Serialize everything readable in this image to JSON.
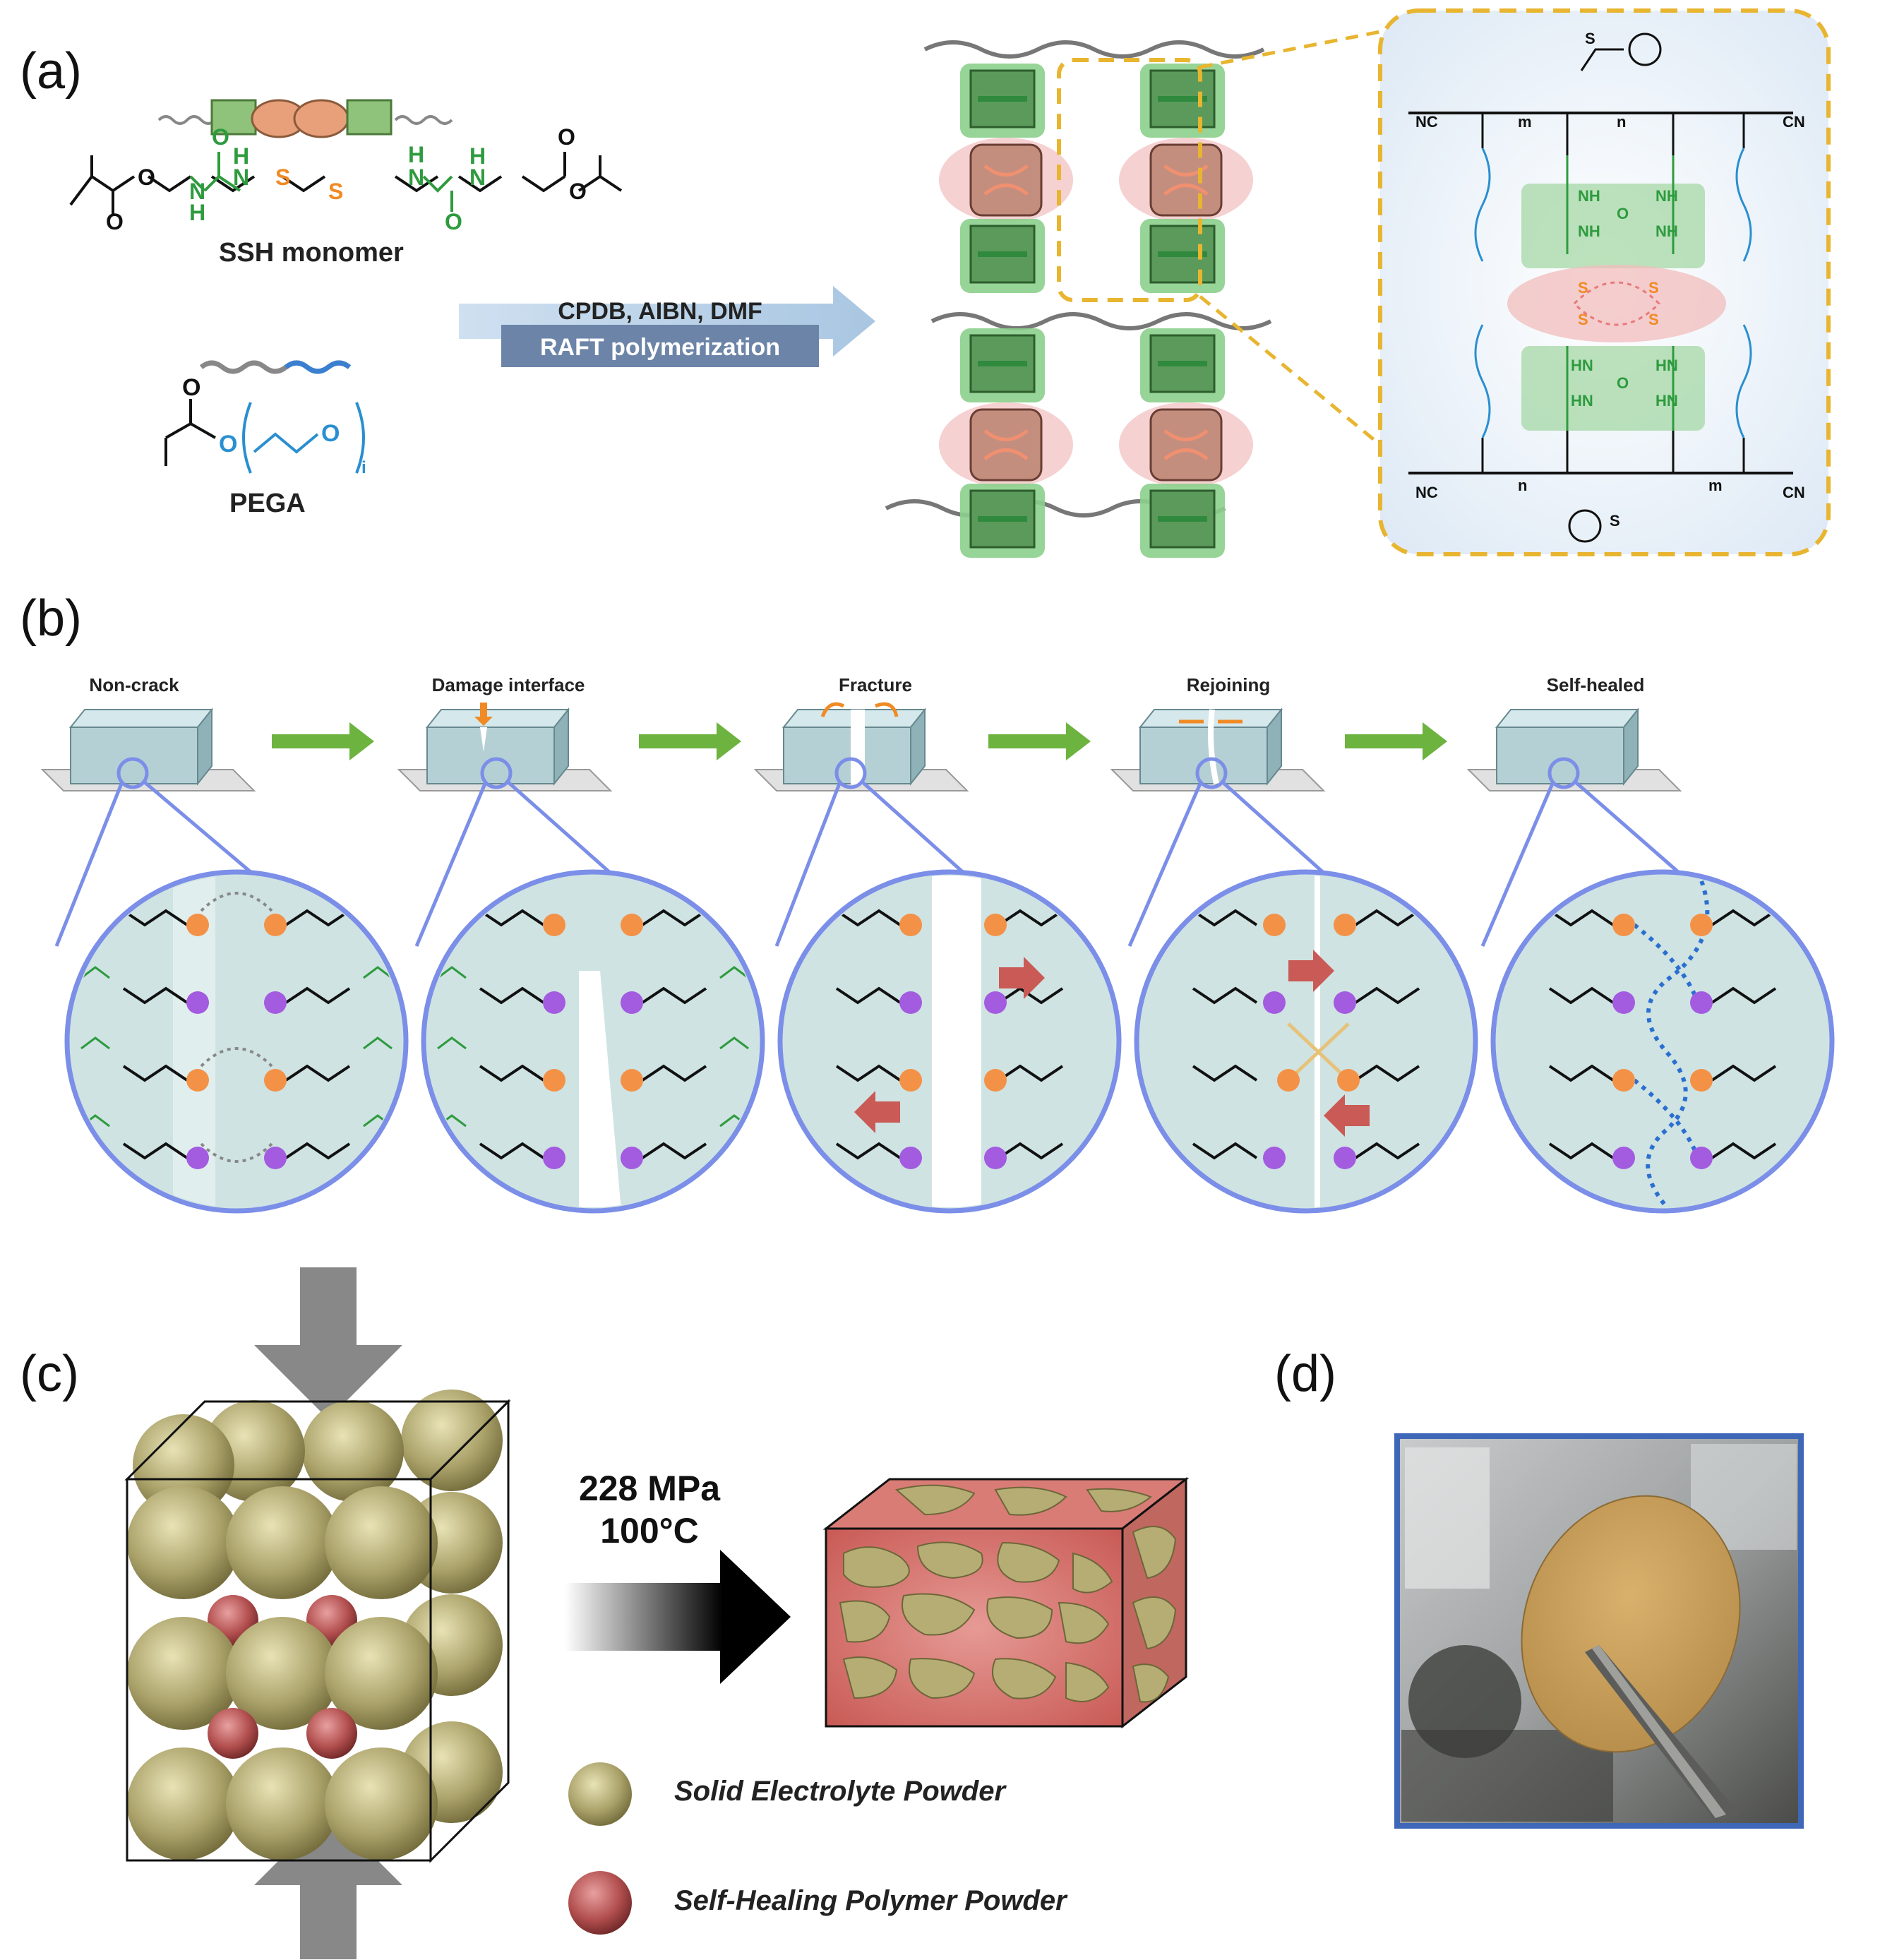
{
  "panels": {
    "a": {
      "label": "(a)",
      "monomer1_name": "SSH monomer",
      "monomer2_name": "PEGA",
      "reaction_reagents": "CPDB, AIBN, DMF",
      "reaction_type": "RAFT polymerization",
      "atoms": {
        "O": "O",
        "N": "N",
        "H": "H",
        "S": "S",
        "NC": "NC",
        "CN": "CN",
        "NH": "NH",
        "HN": "HN",
        "i": "i",
        "n": "n",
        "m": "m"
      }
    },
    "b": {
      "label": "(b)",
      "steps": [
        "Non-crack",
        "Damage interface",
        "Fracture",
        "Rejoining",
        "Self-healed"
      ]
    },
    "c": {
      "label": "(c)",
      "condition_pressure": "228 MPa",
      "condition_temp": "100°C",
      "legend": [
        "Solid Electrolyte Powder",
        "Self-Healing Polymer Powder"
      ]
    },
    "d": {
      "label": "(d)"
    }
  },
  "colors": {
    "green": "#2e9b3e",
    "orange": "#f08a24",
    "blue": "#2a8fd0",
    "arrow_green": "#6db33f",
    "circle_border": "#7b8ee8",
    "gold": "#e8b530",
    "electrolyte": "#a9a06a",
    "polymer": "#b5504f"
  }
}
